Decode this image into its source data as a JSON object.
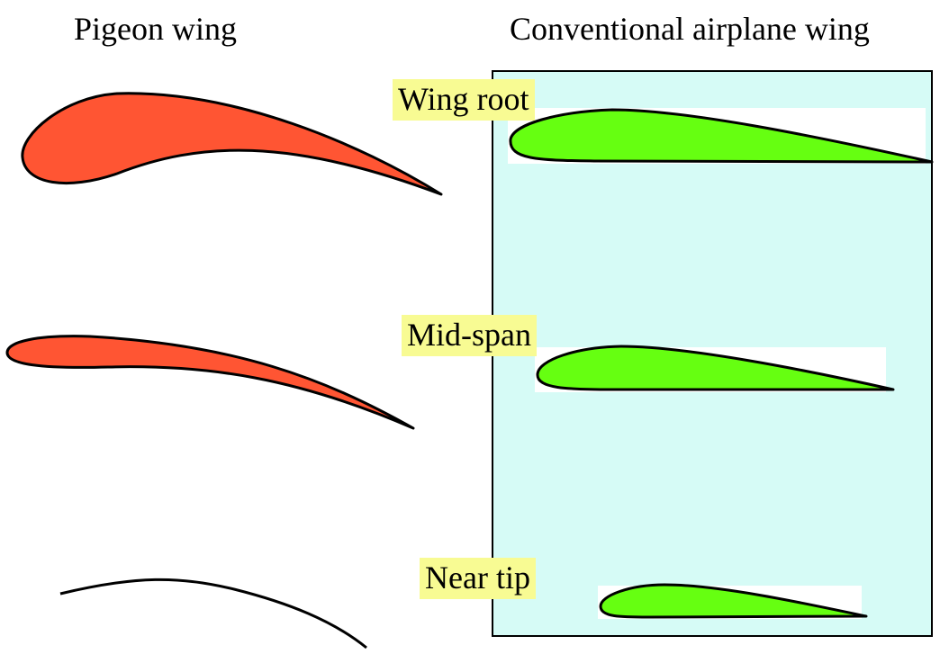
{
  "titles": {
    "pigeon": "Pigeon wing",
    "airplane": "Conventional airplane wing"
  },
  "labels": {
    "root": "Wing root",
    "mid": "Mid-span",
    "tip": "Near tip"
  },
  "colors": {
    "pigeon_fill": "#ff5533",
    "airplane_fill": "#66ff11",
    "panel_bg": "#d6fbf6",
    "label_bg": "#f8fb93",
    "outline": "#000000"
  }
}
